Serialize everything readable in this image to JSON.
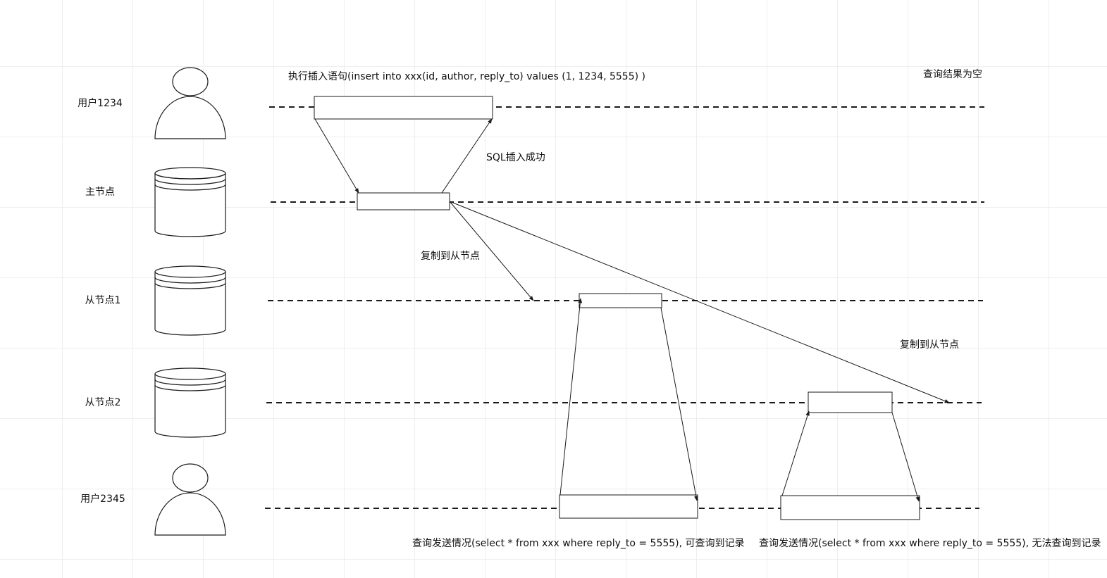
{
  "actors": [
    {
      "label": "用户1234",
      "icon": "user-icon"
    },
    {
      "label": "主节点",
      "icon": "database-icon"
    },
    {
      "label": "从节点1",
      "icon": "database-icon"
    },
    {
      "label": "从节点2",
      "icon": "database-icon"
    },
    {
      "label": "用户2345",
      "icon": "user-icon"
    }
  ],
  "annotations": {
    "insert_stmt": "执行插入语句(insert into xxx(id, author, reply_to) values (1, 1234, 5555) )",
    "sql_success": "SQL插入成功",
    "replicate_1": "复制到从节点",
    "replicate_2": "复制到从节点",
    "query_empty": "查询结果为空",
    "query_found": "查询发送情况(select * from xxx where reply_to = 5555), 可查询到记录",
    "query_not_found": "查询发送情况(select * from xxx where reply_to = 5555), 无法查询到记录"
  },
  "colors": {
    "stroke": "#1a1a1a",
    "background": "#ffffff",
    "grid": "#eeeeee"
  }
}
